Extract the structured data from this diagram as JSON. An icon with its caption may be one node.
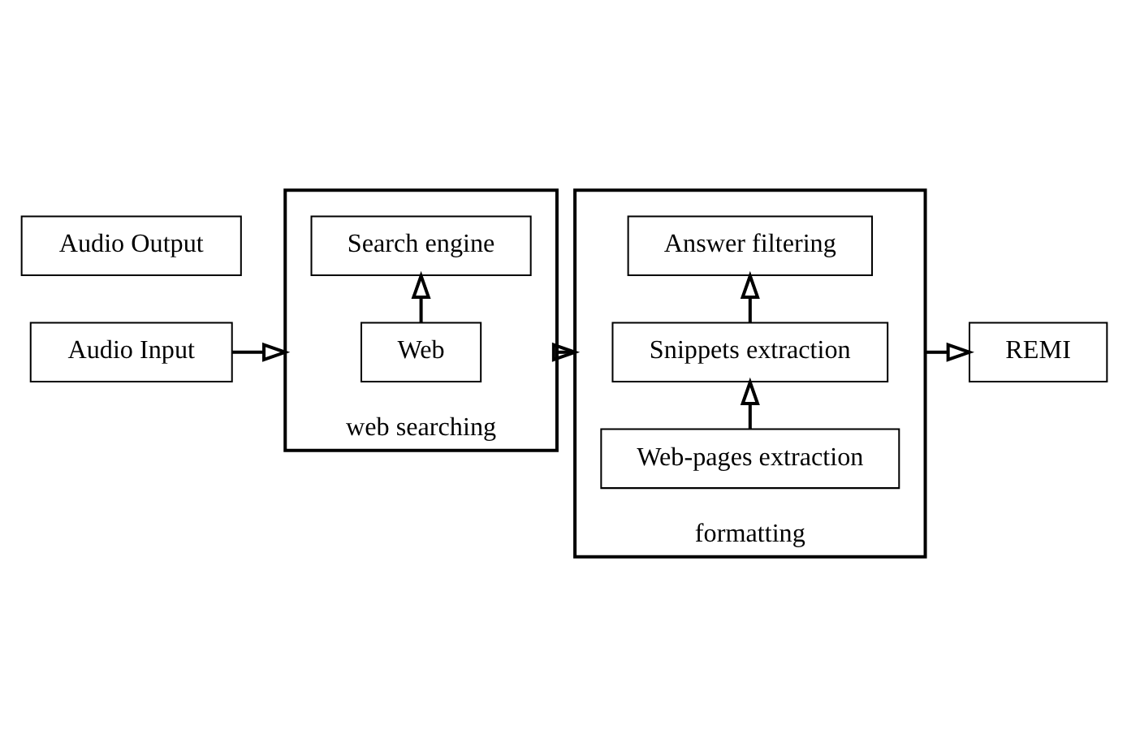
{
  "diagram": {
    "nodes": [
      {
        "text": [
          "Audio Input"
        ]
      },
      {
        "text": [
          "web searching"
        ]
      },
      {
        "text": [
          "Search engine"
        ],
        "in": 1
      },
      {
        "text": [
          "Web"
        ],
        "in": 1
      },
      {
        "text": [
          "formatting"
        ]
      },
      {
        "text": [
          "Web-pages extraction"
        ],
        "in": 4
      },
      {
        "text": [
          "Snippets extraction"
        ],
        "in": 4
      },
      {
        "text": [
          "Answer filtering"
        ],
        "in": 4
      },
      {
        "text": [
          "Audio Output"
        ]
      },
      {
        "text": [
          "REMI"
        ]
      }
    ],
    "edges": [
      {
        "from": 0,
        "to": 1,
        "arrow": "to"
      },
      {
        "from": 3,
        "to": 2,
        "arrow": "to"
      },
      {
        "from": 1,
        "to": 4,
        "arrow": "to"
      },
      {
        "from": 5,
        "to": 6,
        "arrow": "to"
      },
      {
        "from": 6,
        "to": 7,
        "arrow": "to"
      },
      {
        "from": 4,
        "to": 9,
        "arrow": "to"
      }
    ]
  }
}
